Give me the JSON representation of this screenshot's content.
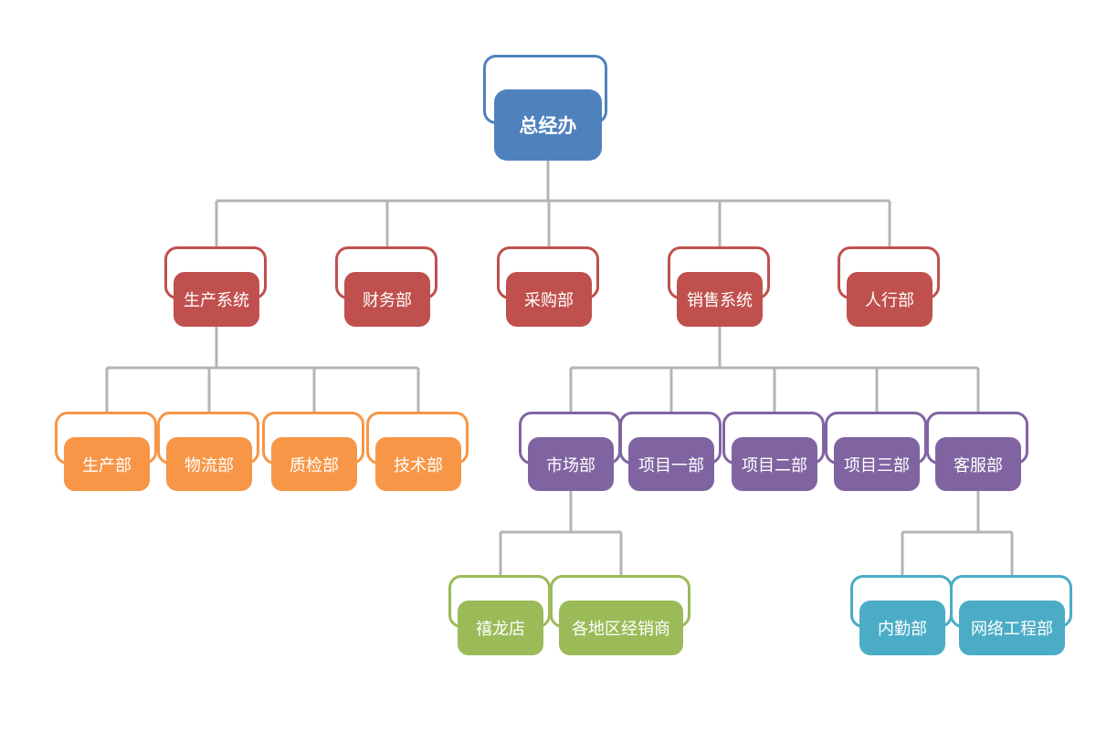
{
  "colors": {
    "connector": "#b4b4b4",
    "level0": "#4f81bd",
    "level1": "#c0504d",
    "level2_production": "#f79646",
    "level2_sales": "#8064a2",
    "level3_market": "#9bbb59",
    "level3_service": "#4bacc6"
  },
  "org": {
    "root": {
      "id": "zongjingban",
      "label": "总经办",
      "color": "level0"
    },
    "departments": [
      {
        "id": "shengchanxitong",
        "label": "生产系统",
        "color": "level1",
        "parent": "zongjingban"
      },
      {
        "id": "caiwubu",
        "label": "财务部",
        "color": "level1",
        "parent": "zongjingban"
      },
      {
        "id": "caigoubu",
        "label": "采购部",
        "color": "level1",
        "parent": "zongjingban"
      },
      {
        "id": "xiaoshouxitong",
        "label": "销售系统",
        "color": "level1",
        "parent": "zongjingban"
      },
      {
        "id": "renxingbu",
        "label": "人行部",
        "color": "level1",
        "parent": "zongjingban"
      },
      {
        "id": "shengchanbu",
        "label": "生产部",
        "color": "level2_production",
        "parent": "shengchanxitong"
      },
      {
        "id": "wuliubu",
        "label": "物流部",
        "color": "level2_production",
        "parent": "shengchanxitong"
      },
      {
        "id": "zhijianbu",
        "label": "质检部",
        "color": "level2_production",
        "parent": "shengchanxitong"
      },
      {
        "id": "jishubu",
        "label": "技术部",
        "color": "level2_production",
        "parent": "shengchanxitong"
      },
      {
        "id": "shichangbu",
        "label": "市场部",
        "color": "level2_sales",
        "parent": "xiaoshouxitong"
      },
      {
        "id": "xiangmu1",
        "label": "项目一部",
        "color": "level2_sales",
        "parent": "xiaoshouxitong"
      },
      {
        "id": "xiangmu2",
        "label": "项目二部",
        "color": "level2_sales",
        "parent": "xiaoshouxitong"
      },
      {
        "id": "xiangmu3",
        "label": "项目三部",
        "color": "level2_sales",
        "parent": "xiaoshouxitong"
      },
      {
        "id": "kefubu",
        "label": "客服部",
        "color": "level2_sales",
        "parent": "xiaoshouxitong"
      },
      {
        "id": "xilongdian",
        "label": "禧龙店",
        "color": "level3_market",
        "parent": "shichangbu"
      },
      {
        "id": "gedi",
        "label": "各地区经销商",
        "color": "level3_market",
        "parent": "shichangbu"
      },
      {
        "id": "neiqinbu",
        "label": "内勤部",
        "color": "level3_service",
        "parent": "kefubu"
      },
      {
        "id": "wangluo",
        "label": "网络工程部",
        "color": "level3_service",
        "parent": "kefubu"
      }
    ]
  }
}
